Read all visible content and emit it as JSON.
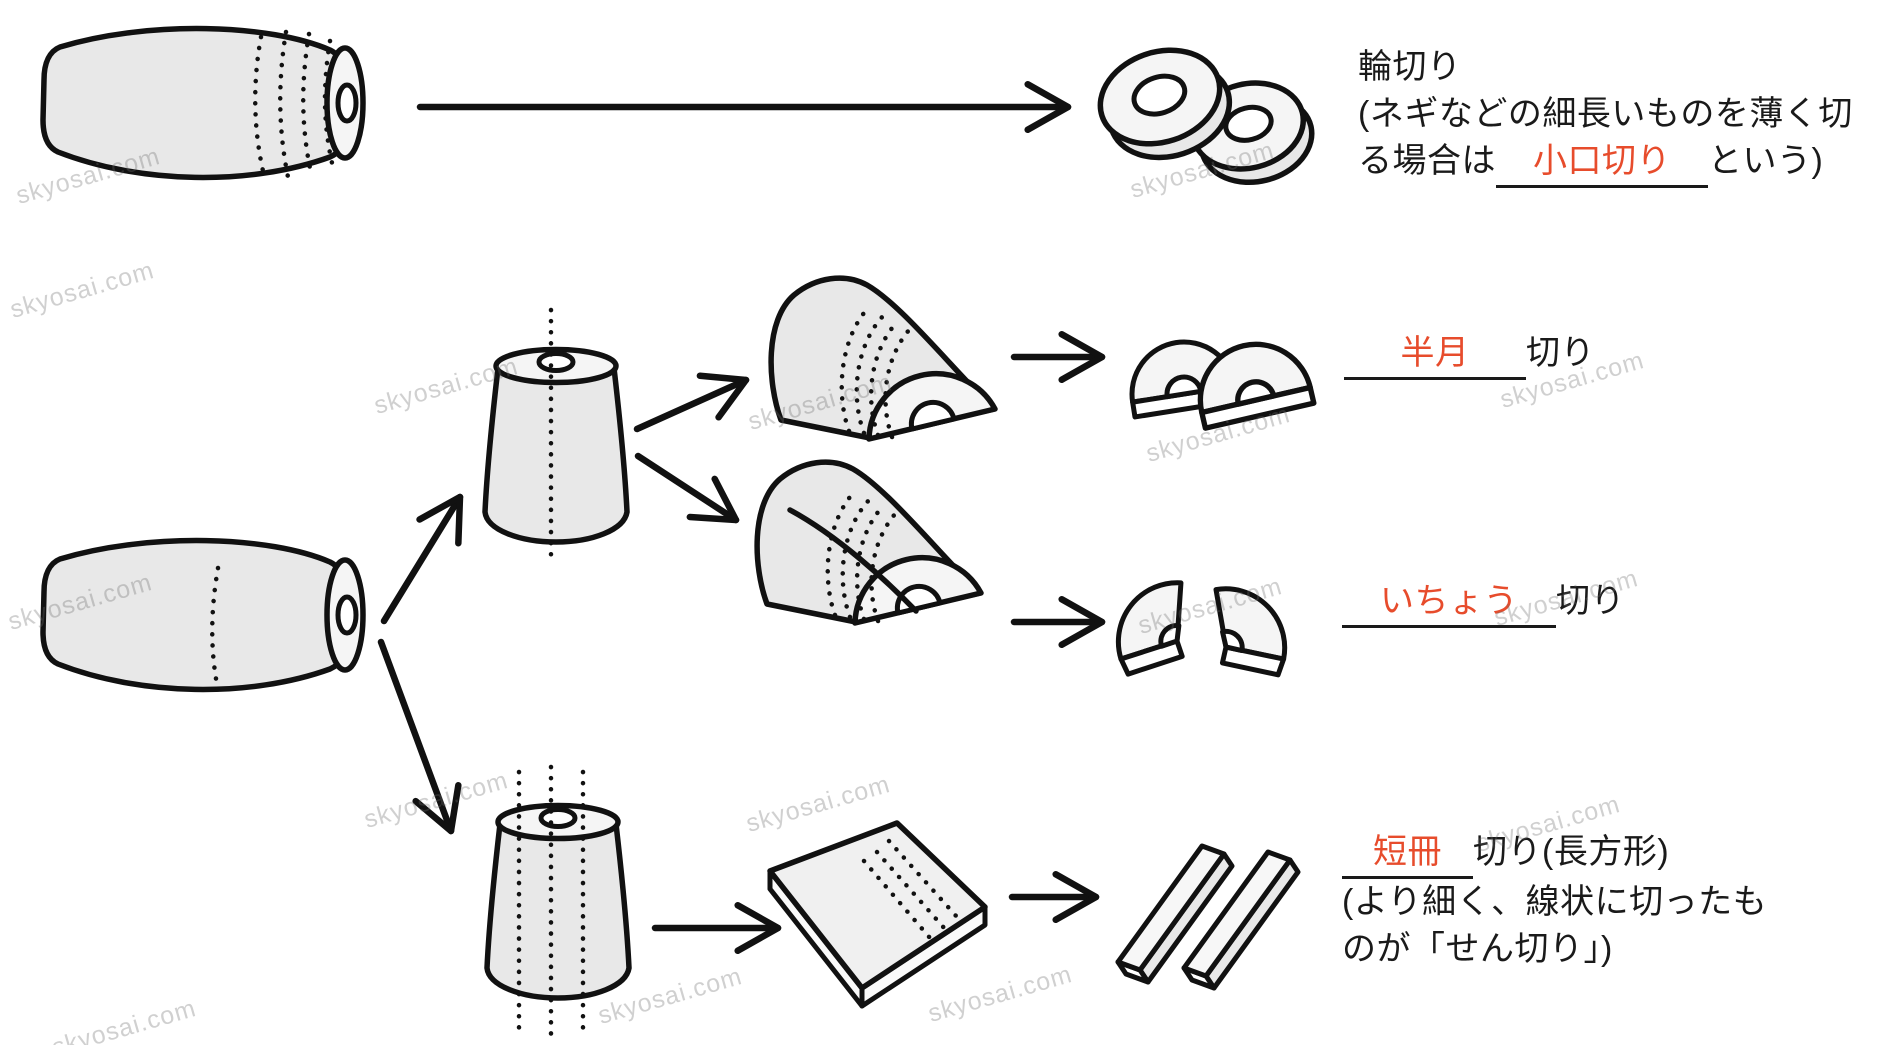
{
  "colors": {
    "answer_red": "#e74c2c",
    "ink": "#111111",
    "vegetable_fill": "#e8e8e8",
    "cut_face_fill": "#f5f5f5",
    "background": "#ffffff"
  },
  "watermark": {
    "text": "skyosai.com"
  },
  "labels": {
    "wagiri": {
      "title": "輪切り",
      "note_line1": "(ネギなどの細長いものを薄く切",
      "note_line2_prefix": "る場合は",
      "answer": "小口切り",
      "note_line2_suffix": "という)"
    },
    "hangetsu": {
      "answer": "半月",
      "suffix": "切り"
    },
    "ichou": {
      "answer": "いちょう",
      "suffix": "切り"
    },
    "tanzaku": {
      "answer": "短冊",
      "suffix": "切り(長方形)",
      "note_line1": "(より細く、線状に切ったも",
      "note_line2": "のが「せん切り」)"
    }
  }
}
